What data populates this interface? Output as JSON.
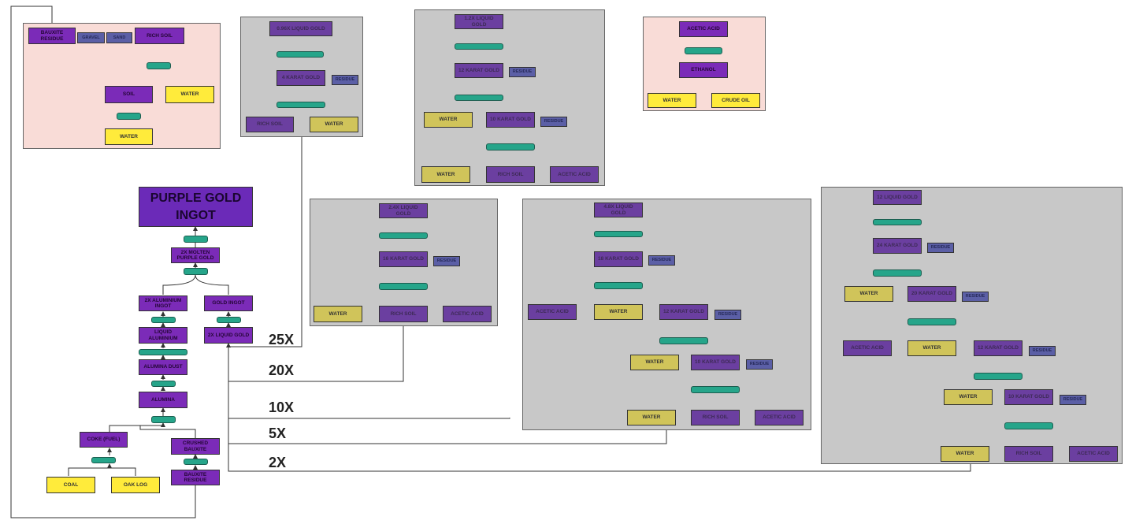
{
  "title_node": "PURPLE GOLD INGOT",
  "multipliers": [
    "25X",
    "20X",
    "10X",
    "5X",
    "2X"
  ],
  "labels": {
    "bauxite_residue": "BAUXITE RESIDUE",
    "gravel": "GRAVEL",
    "sand": "SAND",
    "rich_soil_upper": "RICH SOIL",
    "rich_soil": "RICH SOIL",
    "soil": "SOIL",
    "water": "WATER",
    "acetic_acid_upper": "ACETIC ACID",
    "acetic_acid": "ACETIC ACID",
    "ethanol": "ETHANOL",
    "crude_oil": "CRUDE OIL",
    "residue": "RESIDUE",
    "liq_gold_25": "0.96X LIQUID GOLD",
    "k4_gold": "4 KARAT GOLD",
    "liq_gold_20": "1.2X LIQUID GOLD",
    "k12_gold": "12 KARAT GOLD",
    "k10_gold": "10 KARAT GOLD",
    "liq_gold_10": "2.4X LIQUID GOLD",
    "k16_gold": "16 KARAT GOLD",
    "liq_gold_5": "4.8X LIQUID GOLD",
    "k18_gold": "18 KARAT GOLD",
    "k12b_gold": "12 KARAT GOLD",
    "k10b_gold": "10 KARAT GOLD",
    "liq_gold_2": "12 LIQUID GOLD",
    "k24_gold": "24 KARAT GOLD",
    "k20_gold": "20 KARAT GOLD",
    "k12c_gold": "12 KARAT GOLD",
    "k10c_gold": "10 KARAT GOLD",
    "molten_purple_gold": "2X MOLTEN PURPLE GOLD",
    "aluminium_ingot": "2X ALUMINIUM INGOT",
    "gold_ingot": "GOLD INGOT",
    "liquid_aluminium": "LIQUID ALUMINIUM",
    "liquid_gold_2x": "2X LIQUID GOLD",
    "alumina_dust": "ALUMINA DUST",
    "alumina": "ALUMINA",
    "coke_fuel": "COKE (FUEL)",
    "crushed_bauxite": "CRUSHED BAUXITE",
    "coal": "COAL",
    "oak_log": "OAK LOG",
    "bauxite_residue_lower": "BAUXITE RESIDUE"
  },
  "colors": {
    "purple": "#7030a0",
    "yellow": "#ffeb3b",
    "khaki": "#d0c45a",
    "teal": "#26a58a",
    "residue": "#5b5fa6",
    "pink_bg": "#f9dcd7",
    "gray_bg": "#c8c8c8"
  }
}
